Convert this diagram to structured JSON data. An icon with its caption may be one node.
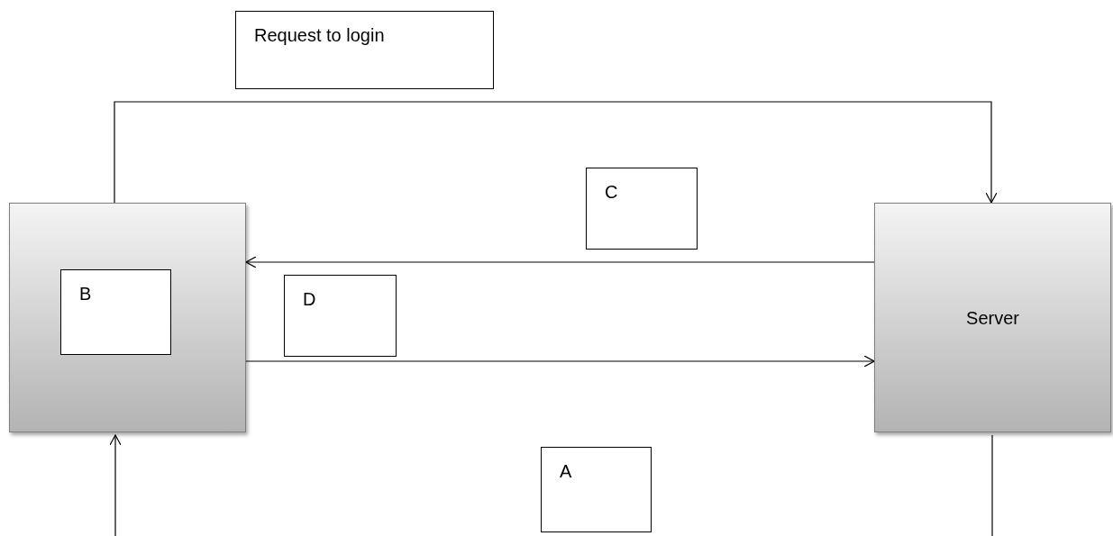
{
  "diagram": {
    "nodes": [
      {
        "text": [
          "Request to login"
        ]
      },
      {
        "text": [],
        "shape": "box"
      },
      {
        "text": [
          "B"
        ],
        "in": 1
      },
      {
        "text": [
          "C"
        ]
      },
      {
        "text": [
          "Server"
        ]
      },
      {
        "text": [
          "D"
        ]
      },
      {
        "text": [
          "A"
        ]
      }
    ],
    "edges": [
      {
        "from": 1,
        "to": 4,
        "arrow": "to"
      },
      {
        "from": 4,
        "to": 1,
        "arrow": "to"
      },
      {
        "from": 1,
        "to": 4,
        "arrow": "to"
      },
      {
        "from": null,
        "to": 1,
        "arrow": "to"
      },
      {
        "from": 4,
        "to": null,
        "arrow": "none"
      }
    ]
  }
}
